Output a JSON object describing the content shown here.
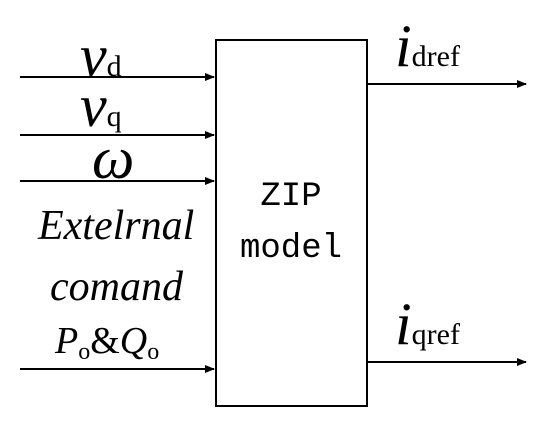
{
  "inputs": {
    "vd": {
      "symbol": "v",
      "subscript": "d"
    },
    "vq": {
      "symbol": "v",
      "subscript": "q"
    },
    "omega": {
      "symbol": "ω"
    },
    "external_line1": "Extelrnal",
    "external_line2": "comand",
    "po_symbol": "P",
    "po_subscript": "o",
    "ampersand": "&",
    "qo_symbol": "Q",
    "qo_subscript": "o"
  },
  "block": {
    "line1": "ZIP",
    "line2": "model"
  },
  "outputs": {
    "idref": {
      "symbol": "i",
      "subscript": "dref"
    },
    "iqref": {
      "symbol": "i",
      "subscript": "qref"
    }
  }
}
